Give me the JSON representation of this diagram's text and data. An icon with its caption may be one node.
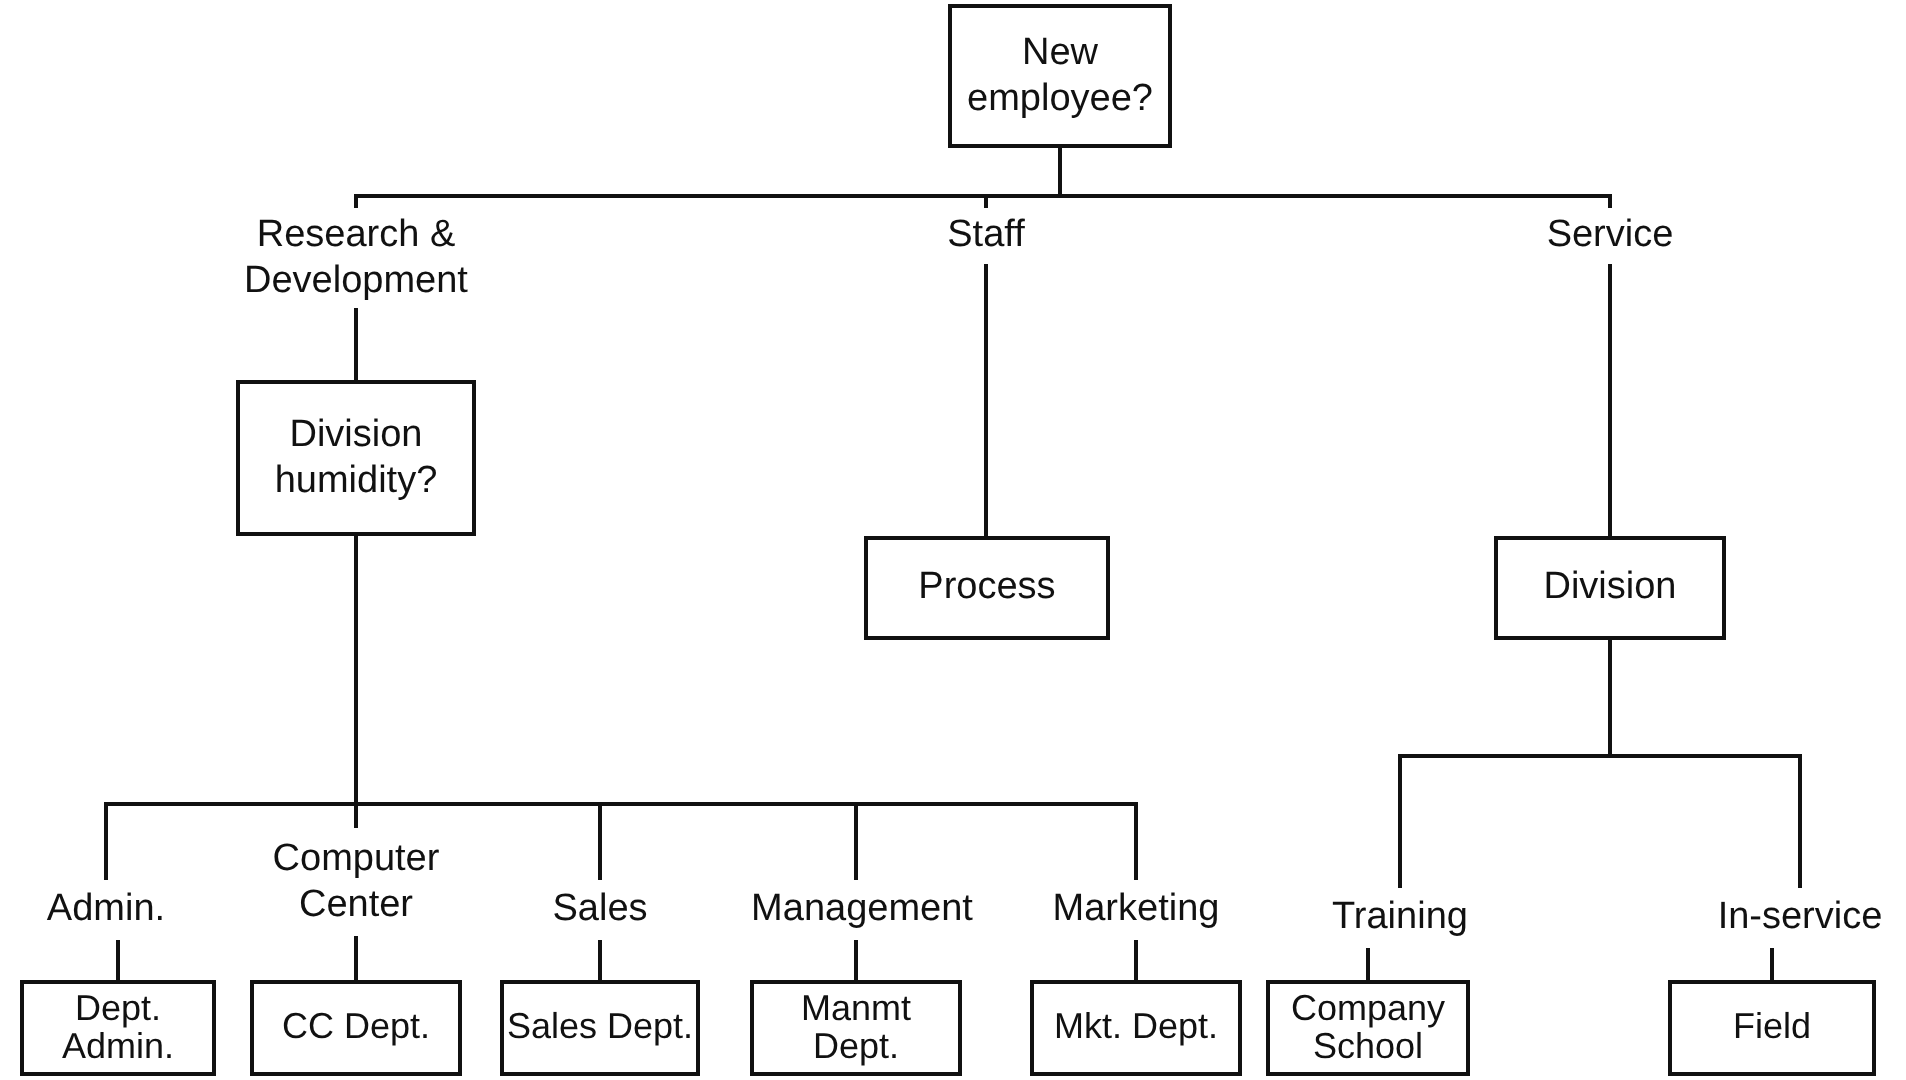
{
  "diagram": {
    "nodes": [
      {
        "text": [
          "New employee?"
        ]
      },
      {
        "text": [
          "Research & Development"
        ]
      },
      {
        "text": [
          "Staff"
        ]
      },
      {
        "text": [
          "Service"
        ]
      },
      {
        "text": [
          "Division humidity?"
        ]
      },
      {
        "text": [
          "Process"
        ]
      },
      {
        "text": [
          "Division"
        ]
      },
      {
        "text": [
          "Admin."
        ]
      },
      {
        "text": [
          "Computer Center"
        ]
      },
      {
        "text": [
          "Sales"
        ]
      },
      {
        "text": [
          "Management"
        ]
      },
      {
        "text": [
          "Marketing"
        ]
      },
      {
        "text": [
          "Dept. Admin."
        ]
      },
      {
        "text": [
          "CC Dept."
        ]
      },
      {
        "text": [
          "Sales Dept."
        ]
      },
      {
        "text": [
          "Manmt Dept."
        ]
      },
      {
        "text": [
          "Mkt. Dept."
        ]
      },
      {
        "text": [
          "Training"
        ]
      },
      {
        "text": [
          "In-service"
        ]
      },
      {
        "text": [
          "Company School"
        ]
      },
      {
        "text": [
          "Field"
        ]
      }
    ],
    "edges": [
      {
        "from": 0,
        "to": 1,
        "arrow": "none"
      },
      {
        "from": 0,
        "to": 2,
        "arrow": "none"
      },
      {
        "from": 0,
        "to": 3,
        "arrow": "none"
      },
      {
        "from": 1,
        "to": 4,
        "arrow": "none"
      },
      {
        "from": 2,
        "to": 5,
        "arrow": "none"
      },
      {
        "from": 3,
        "to": 6,
        "arrow": "none"
      },
      {
        "from": 4,
        "to": 7,
        "arrow": "none"
      },
      {
        "from": 4,
        "to": 8,
        "arrow": "none"
      },
      {
        "from": 4,
        "to": 9,
        "arrow": "none"
      },
      {
        "from": 4,
        "to": 10,
        "arrow": "none"
      },
      {
        "from": 4,
        "to": 11,
        "arrow": "none"
      },
      {
        "from": 6,
        "to": 17,
        "arrow": "none"
      },
      {
        "from": 6,
        "to": 18,
        "arrow": "none"
      },
      {
        "from": 7,
        "to": 12,
        "arrow": "none"
      },
      {
        "from": 8,
        "to": 13,
        "arrow": "none"
      },
      {
        "from": 9,
        "to": 14,
        "arrow": "none"
      },
      {
        "from": 10,
        "to": 15,
        "arrow": "none"
      },
      {
        "from": 11,
        "to": 16,
        "arrow": "none"
      },
      {
        "from": 17,
        "to": 19,
        "arrow": "none"
      },
      {
        "from": 18,
        "to": 20,
        "arrow": "none"
      }
    ]
  }
}
